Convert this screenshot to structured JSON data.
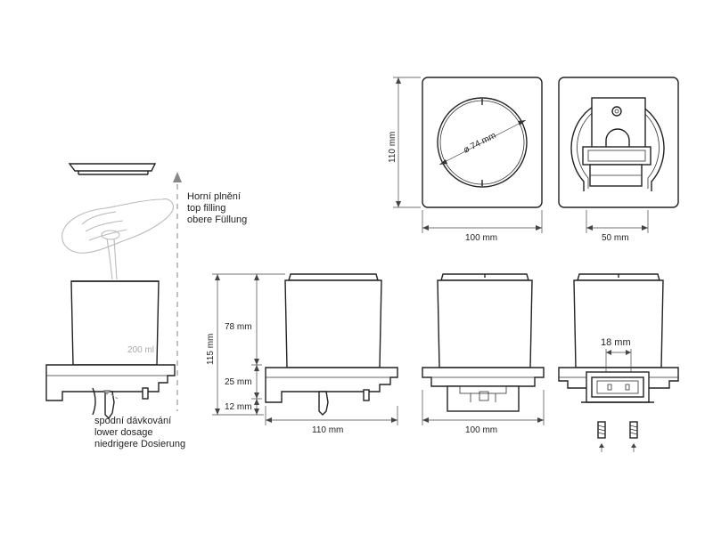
{
  "top_filling": {
    "line1": "Horní plnění",
    "line2": "top filling",
    "line3": "obere Füllung"
  },
  "lower_dosage": {
    "line1": "spodní dávkování",
    "line2": "lower dosage",
    "line3": "niedrigere Dosierung"
  },
  "volume": "200 ml",
  "dims": {
    "height_total": "115 mm",
    "height_body": "78 mm",
    "height_base": "25 mm",
    "height_bottom": "12 mm",
    "width_side": "110 mm",
    "width_front": "100 mm",
    "top_width": "100 mm",
    "top_height": "110 mm",
    "diameter": "ø 74 mm",
    "back_width": "50 mm",
    "slot_width": "18 mm"
  }
}
